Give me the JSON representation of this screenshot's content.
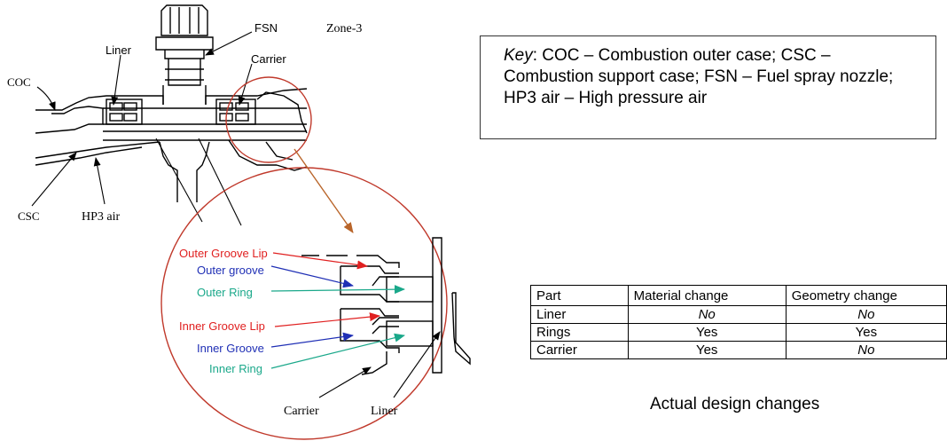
{
  "diagram": {
    "labels": {
      "fsn": "FSN",
      "zone": "Zone-3",
      "liner_top": "Liner",
      "carrier_top": "Carrier",
      "coc": "COC",
      "csc": "CSC",
      "hp3": "HP3 air",
      "outer_groove_lip": "Outer Groove Lip",
      "outer_groove": "Outer groove",
      "outer_ring": "Outer Ring",
      "inner_groove_lip": "Inner Groove Lip",
      "inner_groove": "Inner Groove",
      "inner_ring": "Inner Ring",
      "carrier_bottom": "Carrier",
      "liner_bottom": "Liner"
    },
    "colors": {
      "circle": "#c0392b",
      "connector": "#b9652a",
      "groove_lip": "#e02020",
      "groove": "#1f2fb5",
      "ring": "#1aa88a"
    }
  },
  "key": {
    "prefix": "Key",
    "text": ": COC – Combustion outer case; CSC – Combustion support case; FSN – Fuel spray nozzle; HP3 air – High pressure air"
  },
  "table": {
    "headers": [
      "Part",
      "Material change",
      "Geometry change"
    ],
    "rows": [
      [
        "Liner",
        "No",
        "No"
      ],
      [
        "Rings",
        "Yes",
        "Yes"
      ],
      [
        "Carrier",
        "Yes",
        "No"
      ]
    ],
    "caption": "Actual design changes"
  }
}
